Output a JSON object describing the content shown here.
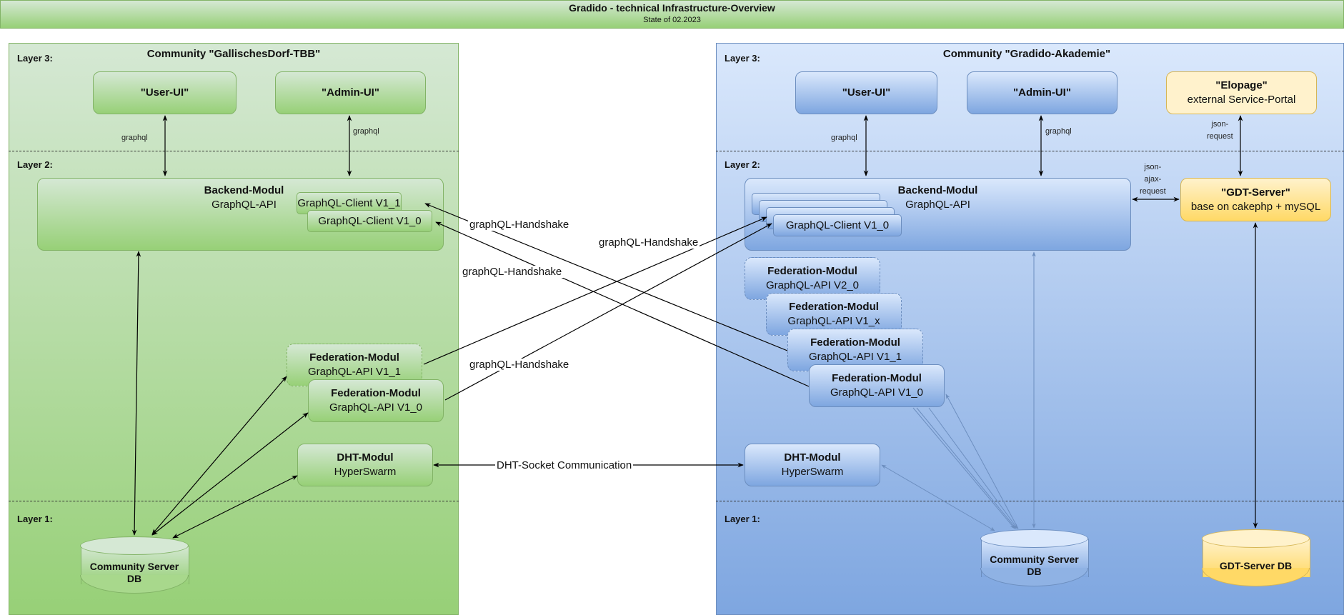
{
  "header": {
    "title": "Gradido - technical Infrastructure-Overview",
    "subtitle": "State of 02.2023"
  },
  "colors": {
    "green_fill": "#d5e8d4",
    "green_stroke": "#82b366",
    "blue_fill": "#dae8fc",
    "blue_stroke": "#6c8ebf",
    "yellow_fill": "#fff2cc",
    "yellow_stroke": "#d6b656"
  },
  "left_community": {
    "title": "Community \"GallischesDorf-TBB\"",
    "layers": [
      "Layer 3:",
      "Layer 2:",
      "Layer 1:"
    ],
    "user_ui": "\"User-UI\"",
    "admin_ui": "\"Admin-UI\"",
    "user_ui_link": "graphql",
    "admin_ui_link": "graphql",
    "backend": {
      "title": "Backend-Modul",
      "subtitle": "GraphQL-API"
    },
    "clients": [
      "GraphQL-Client V1_1",
      "GraphQL-Client V1_0"
    ],
    "federation": [
      {
        "title": "Federation-Modul",
        "subtitle": "GraphQL-API V1_1"
      },
      {
        "title": "Federation-Modul",
        "subtitle": "GraphQL-API V1_0"
      }
    ],
    "dht": {
      "title": "DHT-Modul",
      "subtitle": "HyperSwarm"
    },
    "db": {
      "line1": "Community Server",
      "line2": "DB"
    }
  },
  "right_community": {
    "title": "Community  \"Gradido-Akademie\"",
    "layers": [
      "Layer 3:",
      "Layer 2:",
      "Layer 1:"
    ],
    "user_ui": "\"User-UI\"",
    "admin_ui": "\"Admin-UI\"",
    "user_ui_link": "graphql",
    "admin_ui_link": "graphql",
    "elopage": {
      "title": "\"Elopage\"",
      "subtitle": "external Service-Portal"
    },
    "elopage_link": [
      "json-",
      "request"
    ],
    "backend": {
      "title": "Backend-Modul",
      "subtitle": "GraphQL-API"
    },
    "client": "GraphQL-Client V1_0",
    "gdt_link": [
      "json-",
      "ajax-",
      "request"
    ],
    "gdt_server": {
      "title": "\"GDT-Server\"",
      "subtitle": "base on cakephp + mySQL"
    },
    "federation": [
      {
        "title": "Federation-Modul",
        "subtitle": "GraphQL-API V2_0"
      },
      {
        "title": "Federation-Modul",
        "subtitle": "GraphQL-API V1_x"
      },
      {
        "title": "Federation-Modul",
        "subtitle": "GraphQL-API V1_1"
      },
      {
        "title": "Federation-Modul",
        "subtitle": "GraphQL-API V1_0"
      }
    ],
    "dht": {
      "title": "DHT-Modul",
      "subtitle": "HyperSwarm"
    },
    "db": {
      "line1": "Community Server",
      "line2": "DB"
    },
    "gdt_db": "GDT-Server DB"
  },
  "connections": {
    "handshake": [
      "graphQL-Handshake",
      "graphQL-Handshake",
      "graphQL-Handshake",
      "graphQL-Handshake"
    ],
    "dht_socket": "DHT-Socket Communication"
  }
}
